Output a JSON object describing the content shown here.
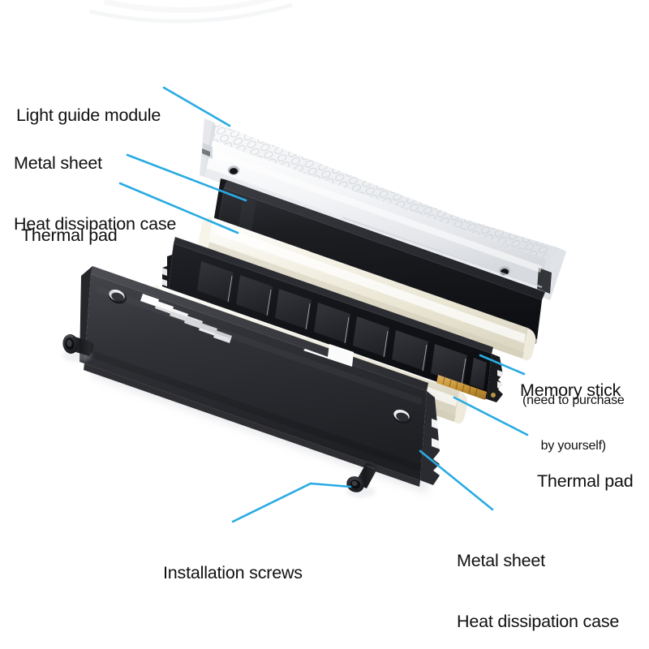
{
  "diagram": {
    "title": "RAM memory heatsink exploded view",
    "background_color": "#ffffff",
    "leader_line_color": "#29abe2",
    "text_color": "#101010"
  },
  "labels": {
    "light_guide_module": "Light guide module",
    "metal_sheet_top_line1": "Metal sheet",
    "metal_sheet_top_line2": "Heat dissipation case",
    "thermal_pad_left": "Thermal pad",
    "memory_stick_title": "Memory stick",
    "memory_stick_note_line1": "(need to purchase",
    "memory_stick_note_line2": "by yourself)",
    "thermal_pad_right": "Thermal pad",
    "installation_screws": "Installation screws",
    "metal_sheet_bottom_line1": "Metal sheet",
    "metal_sheet_bottom_line2": "Heat dissipation case"
  },
  "parts": {
    "light_guide": {
      "name": "Light guide module",
      "color": "#f2f3f5",
      "finish": "translucent frosted diffuser with scalloped texture"
    },
    "rear_metal_sheet": {
      "name": "Metal sheet Heat dissipation case",
      "color": "#1d1d1f",
      "finish": "matte black anodized aluminium"
    },
    "thermal_pad_rear": {
      "name": "Thermal pad",
      "color": "#f4f1e4",
      "finish": "soft cream silicone pad"
    },
    "memory_stick": {
      "name": "Memory stick",
      "pcb_color": "#15161a",
      "chip_color": "#2a2c31",
      "contact_color": "#c79433",
      "chip_count": 8
    },
    "thermal_pad_front": {
      "name": "Thermal pad",
      "color": "#f3f0e3",
      "finish": "soft cream silicone pad"
    },
    "front_metal_sheet": {
      "name": "Metal sheet Heat dissipation case",
      "color": "#2e2f33",
      "finish": "matte black anodized aluminium",
      "vent_slot_count": 6,
      "screw_hole_count": 2
    },
    "screws": {
      "name": "Installation screws",
      "color": "#1b1b1d",
      "count": 2,
      "head_type": "flat head hex socket"
    }
  }
}
